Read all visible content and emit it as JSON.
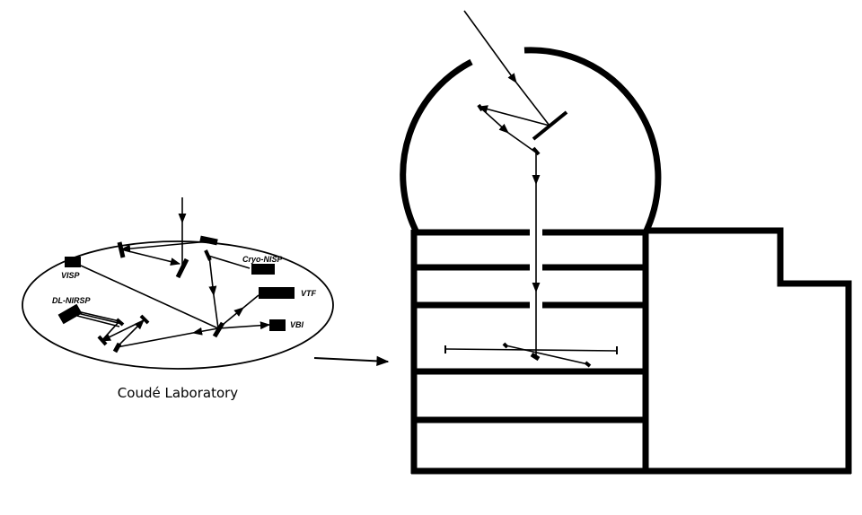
{
  "caption": "Coudé Laboratory",
  "instruments": {
    "visp": "VISP",
    "cryo_nisp": "Cryo-NISP",
    "vtf": "VTF",
    "dl_nirsp": "DL-NIRSP",
    "vbi": "VBI"
  },
  "colors": {
    "ink": "#000000",
    "background": "#ffffff"
  }
}
